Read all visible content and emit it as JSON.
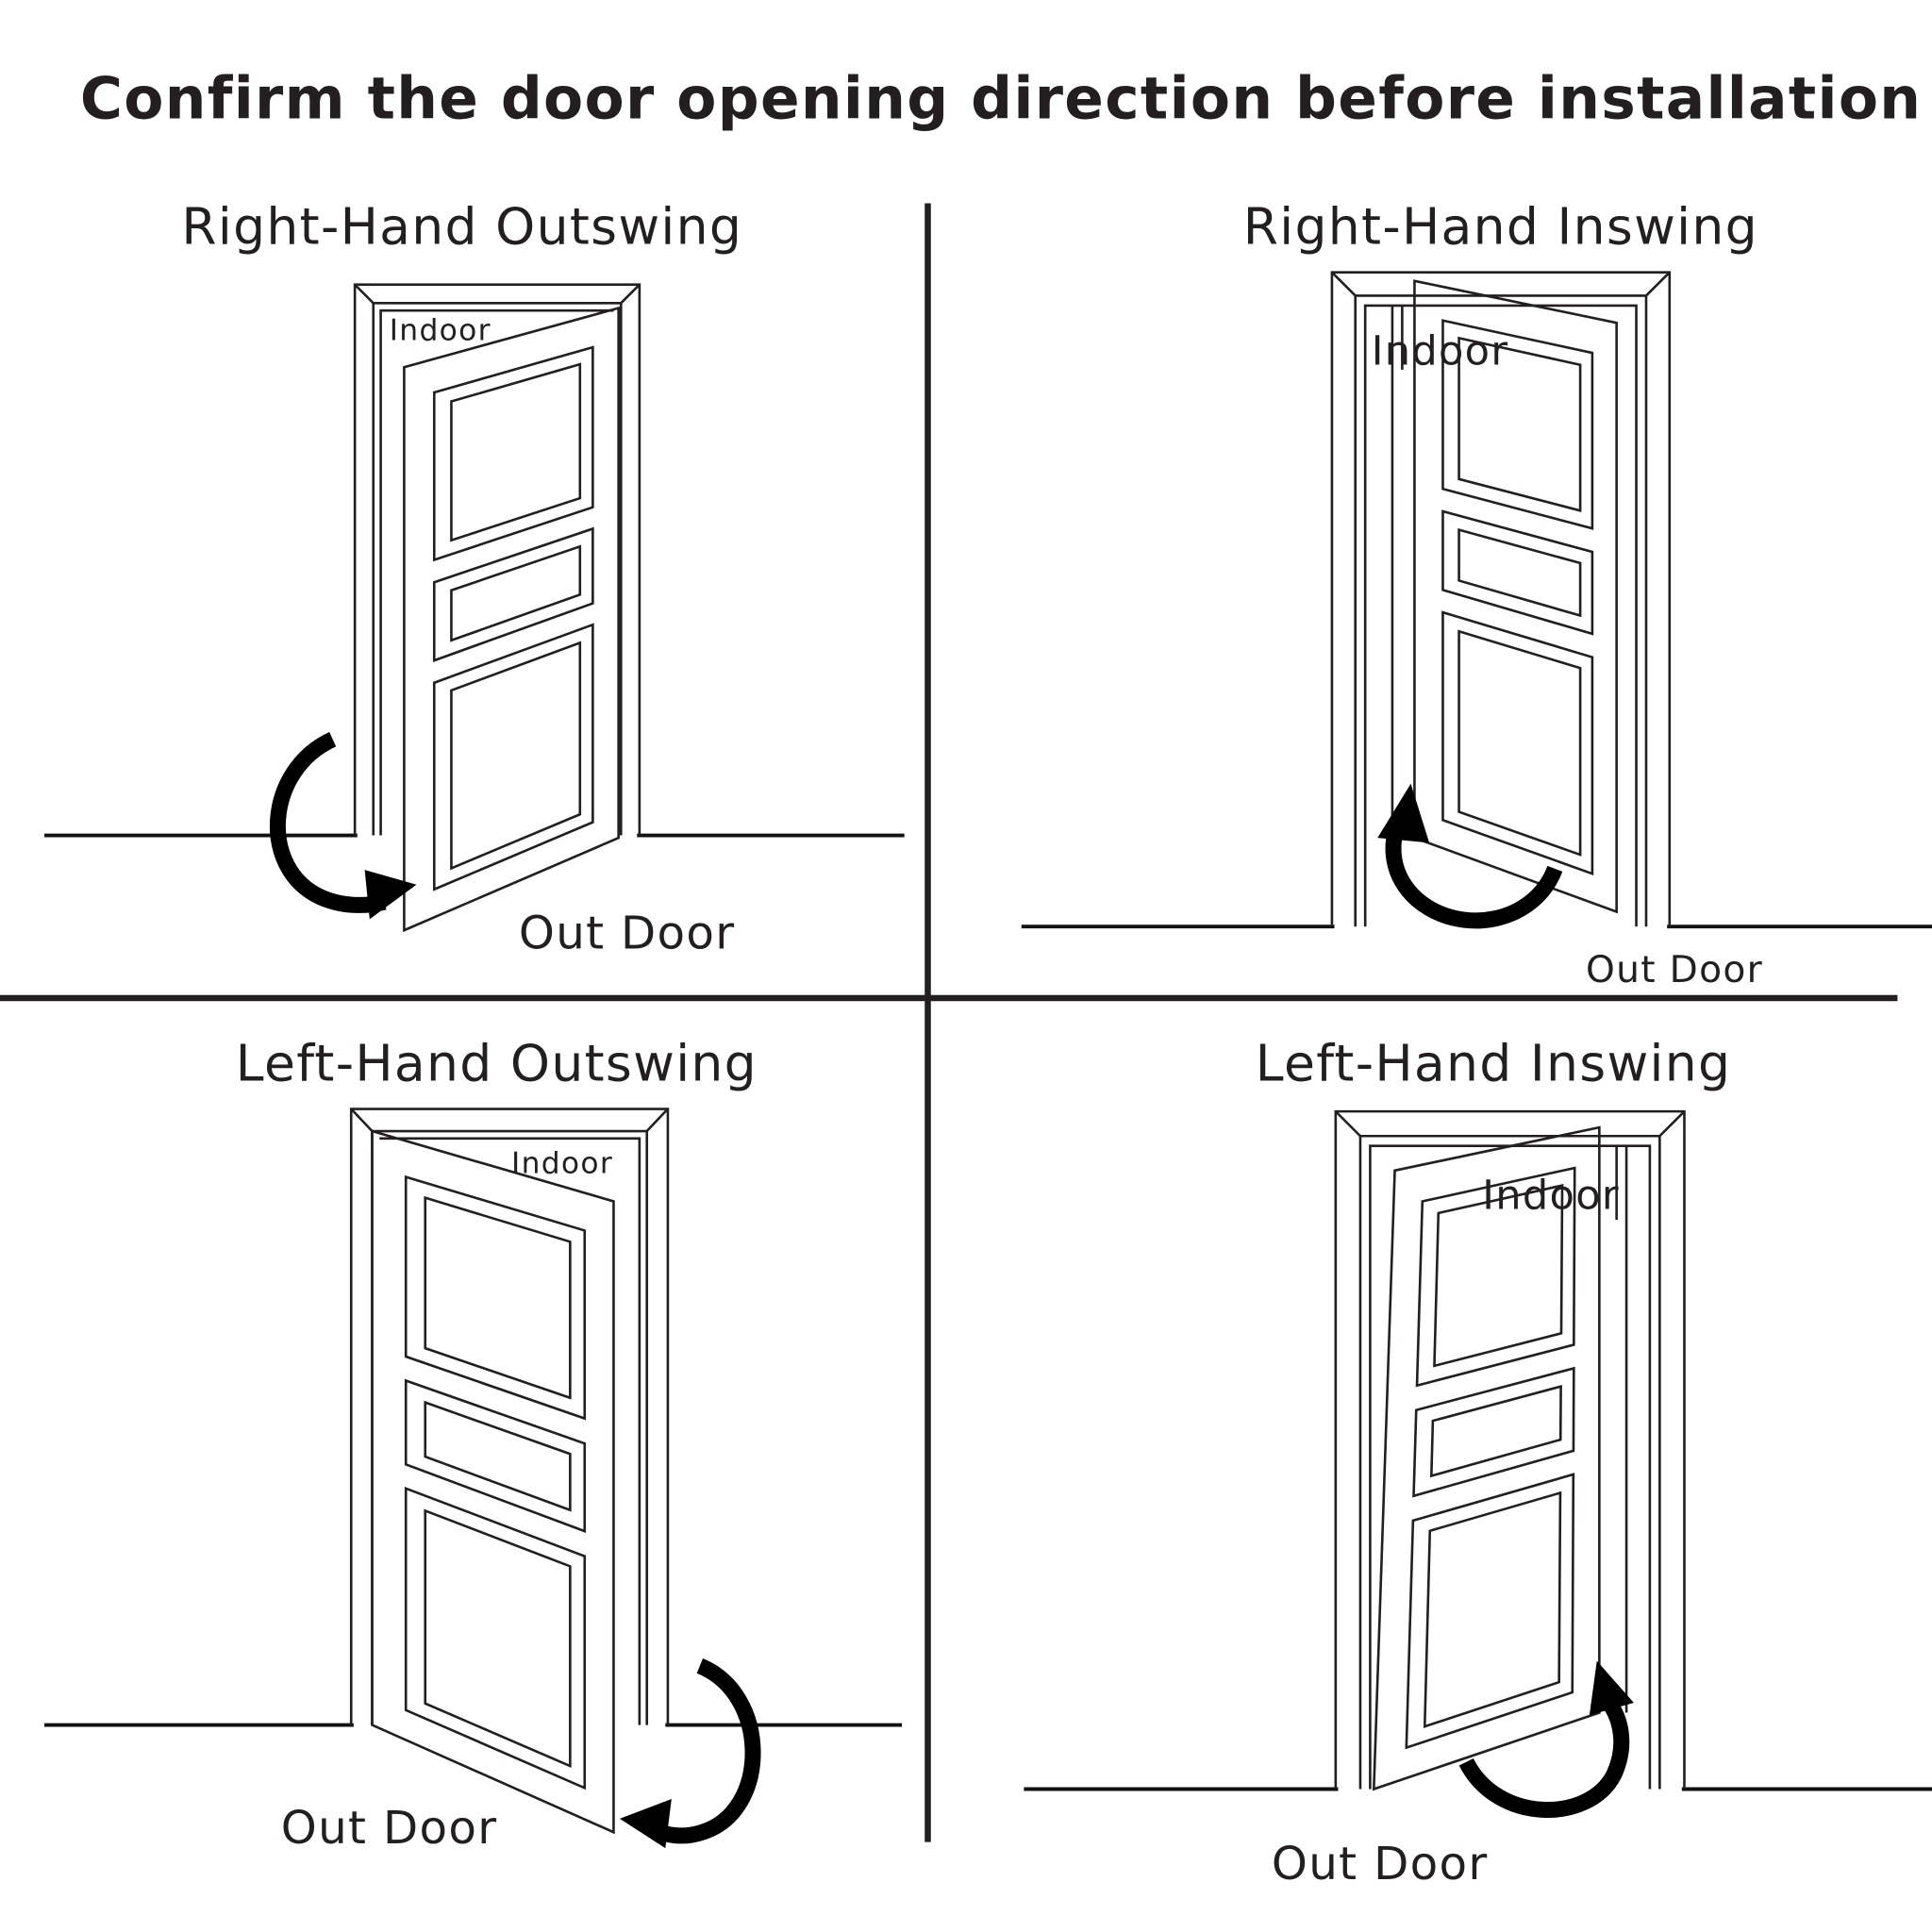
{
  "title": "Confirm the door opening direction before installation",
  "quadrants": [
    {
      "title": "Right-Hand Outswing",
      "indoor": "Indoor",
      "outdoor": "Out Door"
    },
    {
      "title": "Right-Hand Inswing",
      "indoor": "Indoor",
      "outdoor": "Out Door"
    },
    {
      "title": "Left-Hand Outswing",
      "indoor": "Indoor",
      "outdoor": "Out Door"
    },
    {
      "title": "Left-Hand Inswing",
      "indoor": "Indoor",
      "outdoor": "Out Door"
    }
  ],
  "colors": {
    "ink": "#231f20",
    "background": "#ffffff"
  }
}
